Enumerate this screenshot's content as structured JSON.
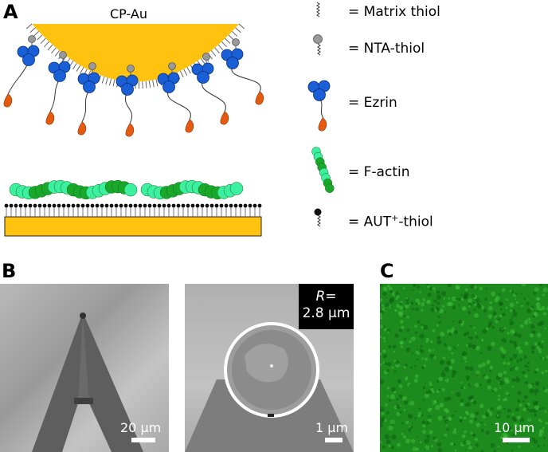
{
  "panels": {
    "a": "A",
    "b": "B",
    "c": "C"
  },
  "schematic": {
    "cp_label": "CP-Au"
  },
  "legend": [
    {
      "icon": "matrix-thiol-icon",
      "text": "= Matrix thiol"
    },
    {
      "icon": "nta-thiol-icon",
      "text": "= NTA-thiol"
    },
    {
      "icon": "ezrin-icon",
      "text": "= Ezrin"
    },
    {
      "icon": "f-actin-icon",
      "text": "= F-actin"
    }
  ],
  "legend_aut": {
    "prefix": "= AUT",
    "sup": "+",
    "suffix": "-thiol"
  },
  "micrographs": {
    "b_left_scale": "20 μm",
    "b_right_radius_label": "R=",
    "b_right_radius_value": "2.8 μm",
    "b_right_scale": "1 μm",
    "c_scale": "10 μm"
  },
  "colors": {
    "gold": "#FFC20E",
    "ezrin": "#1a5fd6",
    "ezrin_tail": "#e35a10",
    "actin_light": "#3df0a0",
    "actin_dark": "#1aa82a",
    "fluorescence": "#1c8a1c"
  }
}
